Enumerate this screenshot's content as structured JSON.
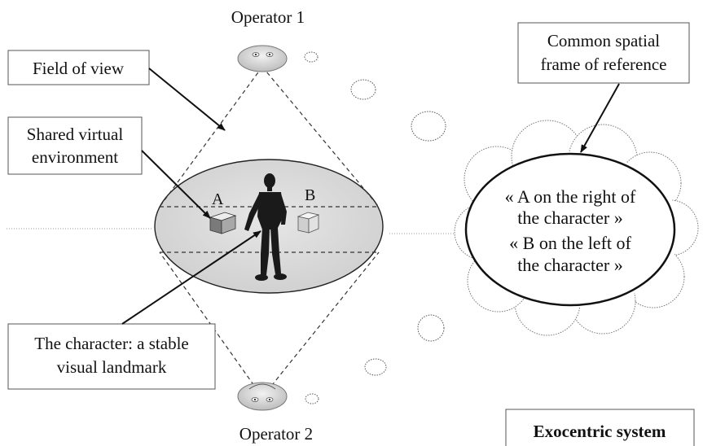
{
  "operators": {
    "top": "Operator 1",
    "bottom": "Operator 2"
  },
  "callouts": {
    "field_of_view": "Field of view",
    "shared_env_line1": "Shared virtual",
    "shared_env_line2": "environment",
    "common_frame_line1": "Common spatial",
    "common_frame_line2": "frame of reference",
    "character_line1": "The character: a stable",
    "character_line2": "visual landmark"
  },
  "objects": {
    "a": "A",
    "b": "B"
  },
  "thought": {
    "line1": "« A on the right of",
    "line2": "the character »",
    "line3": "« B on the left of",
    "line4": "the character »"
  },
  "system_label": "Exocentric system",
  "colors": {
    "stroke": "#111111",
    "ellipse_fill": "#dadada",
    "box_border": "#555555"
  }
}
